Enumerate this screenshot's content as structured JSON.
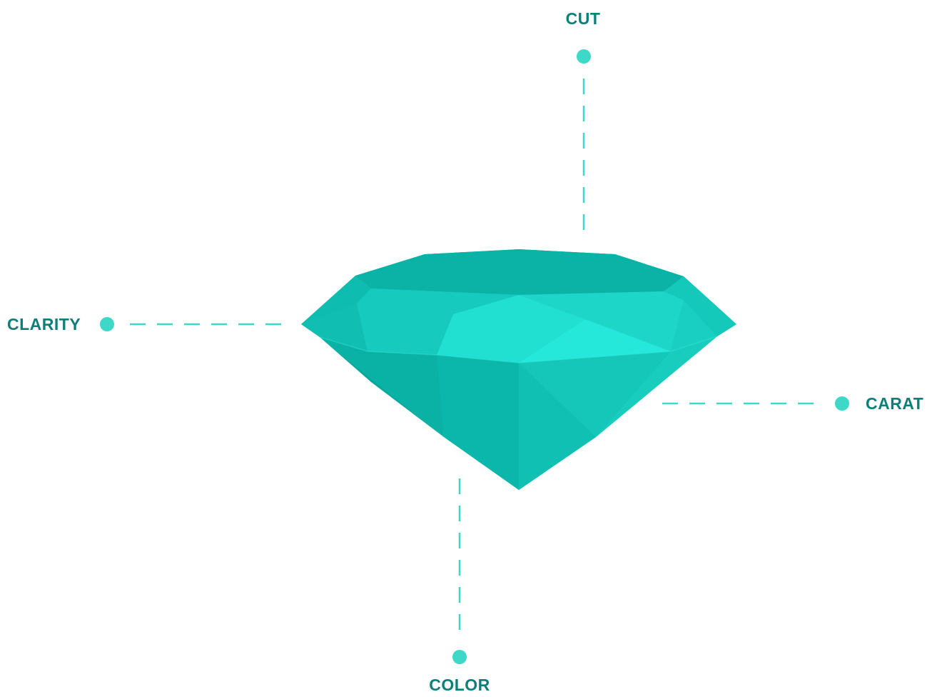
{
  "labels": {
    "cut": "CUT",
    "clarity": "CLARITY",
    "carat": "CARAT",
    "color": "COLOR"
  },
  "colors": {
    "label_text": "#0b7f78",
    "marker": "#3dd8c8",
    "connector": "#3dd8c8",
    "gem_base": "#12c2b5",
    "gem_dark": "#05a89d",
    "gem_light": "#26e6d7"
  },
  "icons": {
    "gem": "diamond-icon"
  }
}
